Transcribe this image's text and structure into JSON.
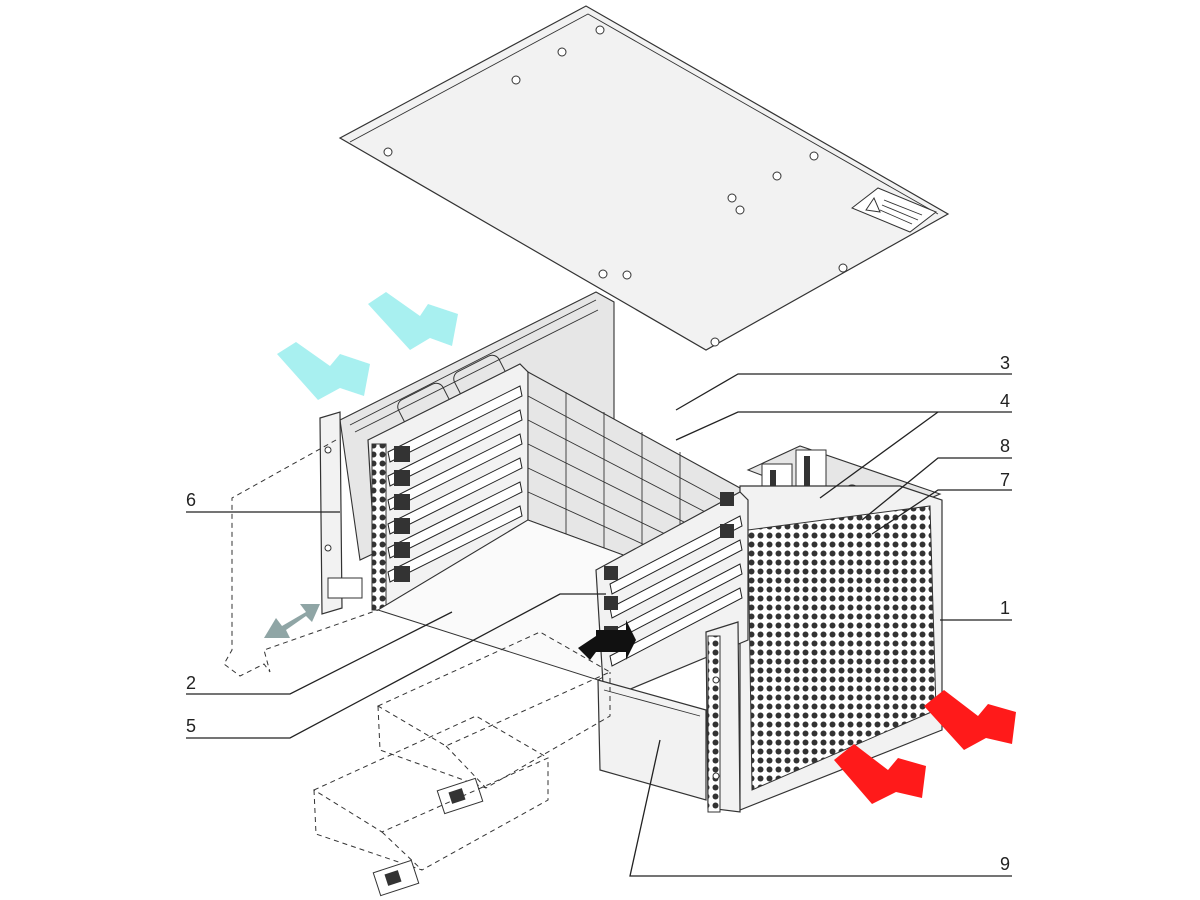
{
  "figure": {
    "callouts": [
      {
        "id": "1",
        "label": "1"
      },
      {
        "id": "2",
        "label": "2"
      },
      {
        "id": "3",
        "label": "3"
      },
      {
        "id": "4",
        "label": "4"
      },
      {
        "id": "5",
        "label": "5"
      },
      {
        "id": "6",
        "label": "6"
      },
      {
        "id": "7",
        "label": "7"
      },
      {
        "id": "8",
        "label": "8"
      },
      {
        "id": "9",
        "label": "9"
      }
    ],
    "colors": {
      "intake_arrow": "#a8f0f0",
      "exhaust_arrow": "#ff1a1a",
      "service_arrow": "#8fa5a5",
      "insert_arrow": "#111111"
    }
  }
}
